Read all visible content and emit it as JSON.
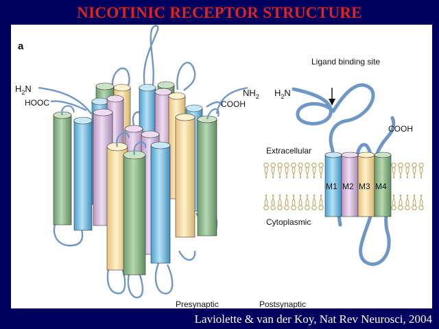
{
  "slide": {
    "title": "NICOTINIC RECEPTOR STRUCTURE",
    "citation": "Laviolette & van der Koy, Nat Rev Neurosci, 2004"
  },
  "figure": {
    "panel_letter": "a",
    "left": {
      "h2n_label": "H",
      "h2n_sub": "2",
      "h2n_end": "N",
      "hooc_label": "HOOC",
      "nh_label": "NH",
      "nh_sub": "2",
      "cooh_label": "COOH",
      "bottom_left_label": "Presynaptic",
      "bottom_right_label": "Postsynaptic"
    },
    "right": {
      "ligand_label": "Ligand binding site",
      "h2n_label": "H",
      "h2n_sub": "2",
      "h2n_end": "N",
      "cooh_label": "COOH",
      "extracellular_label": "Extracellular",
      "cytoplasmic_label": "Cytoplasmic",
      "helices": [
        "M1",
        "M2",
        "M3",
        "M4"
      ]
    }
  },
  "colors": {
    "background": "#00005e",
    "title": "#e0241b",
    "green": "#8fbc8f",
    "blue": "#7ec3e6",
    "pink": "#d6b8dc",
    "yellow": "#f7dea0",
    "loop": "#6f97c6"
  }
}
